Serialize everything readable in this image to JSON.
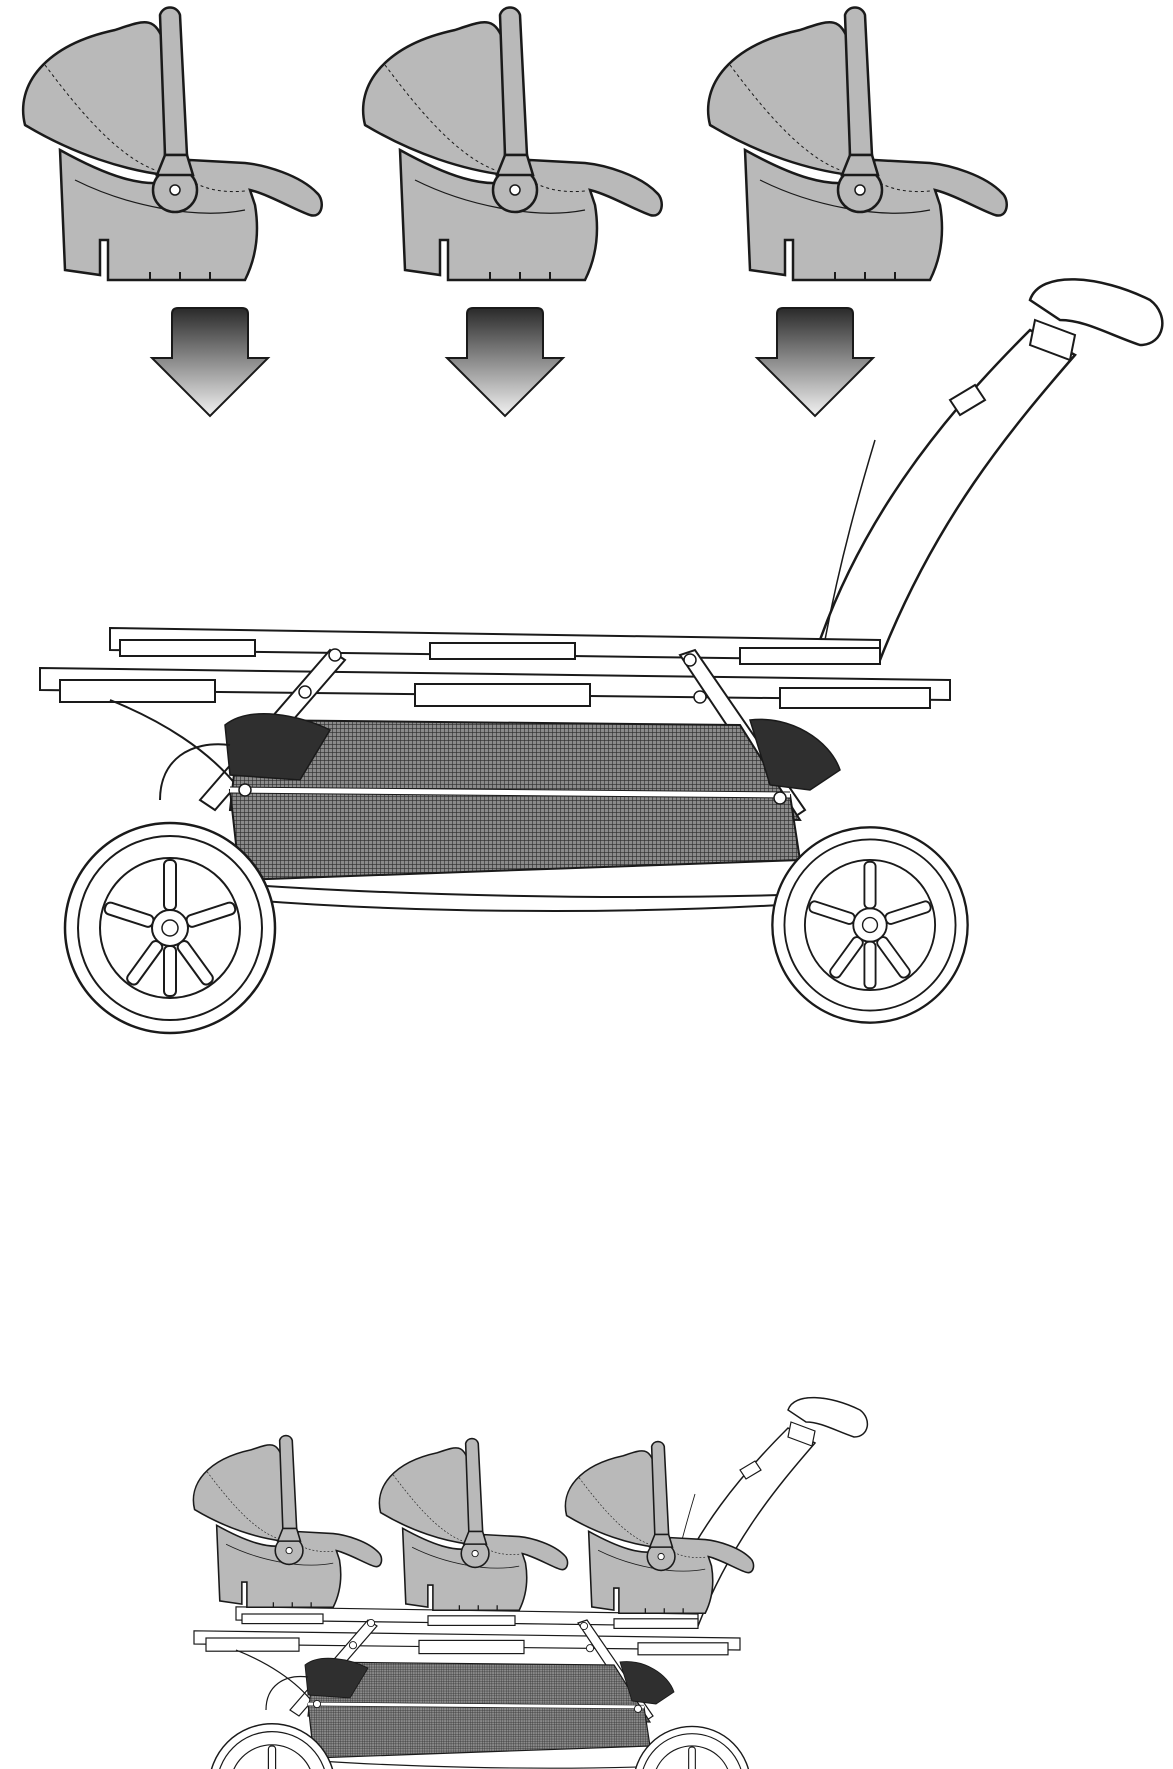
{
  "diagram": {
    "kind": "assembly-instruction",
    "text_labels": [],
    "steps": [
      {
        "step": "before",
        "car_seats_above": 3,
        "arrows": 3
      },
      {
        "step": "after",
        "car_seats_mounted": 3
      }
    ],
    "colors": {
      "seat_fill": "#b9b9b9",
      "line": "#1a1a1a",
      "basket_fill": "#5a5a5a",
      "bag_fill": "#2f2f2f",
      "arrow_top": "#2a2a2a",
      "arrow_bottom": "#f2f2f2"
    },
    "icons": [
      "infant-car-seat-icon",
      "down-arrow-icon",
      "triplet-stroller-frame-icon"
    ]
  }
}
